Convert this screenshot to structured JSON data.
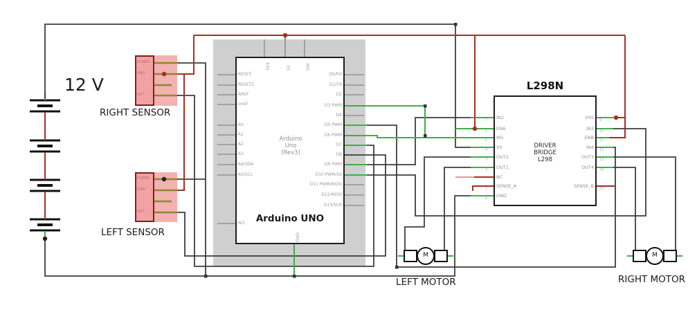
{
  "battery": {
    "voltage_label": "12 V"
  },
  "sensors": {
    "right": {
      "label": "RIGHT SENSOR",
      "pins": [
        "POWER",
        "GND",
        "",
        "OUT"
      ]
    },
    "left": {
      "label": "LEFT SENSOR",
      "pins": [
        "POWER",
        "GND",
        "",
        "OUT"
      ]
    }
  },
  "arduino": {
    "title_lines": [
      "Arduino",
      "Uno",
      "(Rev3)"
    ],
    "name": "Arduino UNO",
    "left_pins": [
      "RESET",
      "RESET2",
      "AREF",
      "ioref",
      "A0",
      "A1",
      "A2",
      "A3",
      "A4/SDA",
      "A5/SCL",
      "N/C"
    ],
    "right_pins": [
      "D0/RX",
      "D1/TX",
      "D2",
      "D3 PWM",
      "D4",
      "D5 PWM",
      "D6 PWM",
      "D7",
      "D8",
      "D9 PWM",
      "D10 PWM/SS",
      "D11 PWM/MOSI",
      "D12/MISO",
      "D13/SCK"
    ],
    "top_pins": [
      "3V3",
      "5V",
      "VIN"
    ],
    "bottom_pins": [
      "GND"
    ]
  },
  "l298n": {
    "title": "L298N",
    "center_lines": [
      "DRIVER",
      "BRIDGE",
      "L298"
    ],
    "left_pins": [
      {
        "label": "IN2",
        "num": "7"
      },
      {
        "label": "ENA",
        "num": "6"
      },
      {
        "label": "IN1",
        "num": "5"
      },
      {
        "label": "VS",
        "num": "4"
      },
      {
        "label": "OUT2",
        "num": "3"
      },
      {
        "label": "OUT1",
        "num": "2"
      },
      {
        "label": "NC",
        "num": ""
      },
      {
        "label": "SENSE_A",
        "num": "1"
      },
      {
        "label": "GND",
        "num": "8"
      }
    ],
    "right_pins": [
      {
        "label": "VSS",
        "num": "9"
      },
      {
        "label": "IN3",
        "num": "10"
      },
      {
        "label": "ENB",
        "num": "11"
      },
      {
        "label": "IN4",
        "num": "12"
      },
      {
        "label": "OUT3",
        "num": "13"
      },
      {
        "label": "OUT4",
        "num": "14"
      },
      {
        "label": "SENSE_B",
        "num": "15"
      }
    ]
  },
  "motors": {
    "left_label": "LEFT MOTOR",
    "right_label": "RIGHT MOTOR",
    "symbol": "M"
  },
  "colors": {
    "wire_black": "#3d3d3d",
    "wire_green": "#3fae49",
    "wire_red": "#a32f28",
    "wire_olive": "#8a8a2a",
    "sensor_fill": "#f4b1b1",
    "band_gray": "#cfcfcf"
  }
}
